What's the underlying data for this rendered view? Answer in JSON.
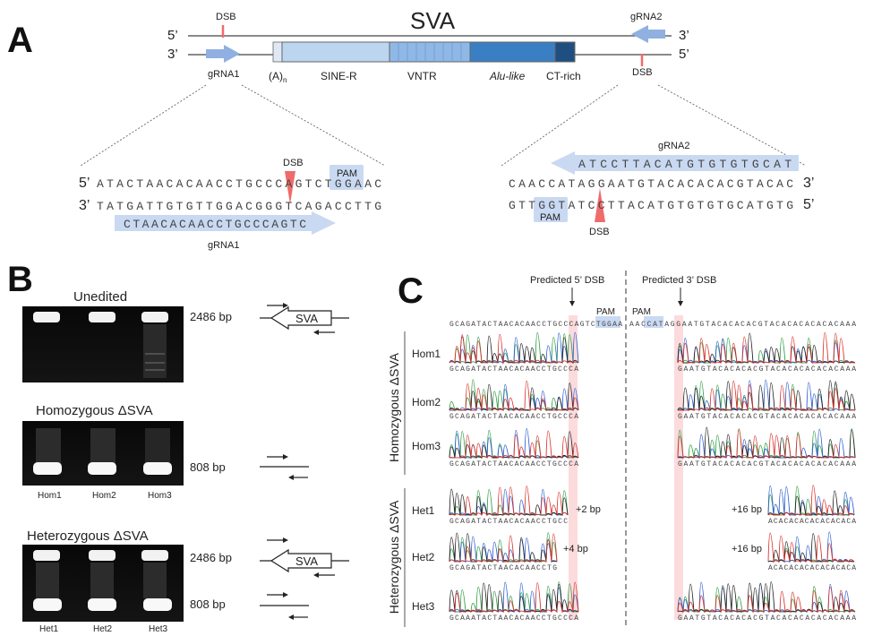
{
  "panel_a": {
    "letter": "A",
    "title": "SVA",
    "strand_top_5": "5’",
    "strand_top_3": "3’",
    "strand_bot_3": "3’",
    "strand_bot_5": "5’",
    "dsb": "DSB",
    "grna1": "gRNA1",
    "grna2": "gRNA2",
    "poly_a": "(A)",
    "poly_a_sub": "n",
    "domains": [
      "SINE-R",
      "VNTR",
      "Alu-like",
      "CT-rich"
    ],
    "pam": "PAM",
    "left_detail": {
      "top_label": "5’",
      "top_seq": "ATACTAACACAACCTGCCCAGTCTGGAAC",
      "bot_label": "3’",
      "bot_seq": "TATGATTGTGTTGGACGGGTCAGACCTTG",
      "grna_seq": "CTAACACAACCTGCCCAGTC"
    },
    "right_detail": {
      "grna_seq": "ATCCTTACATGTGTGTGCAT",
      "top_seq": "CAACCATAGGAATGTACACACACGTACAC",
      "top_end": "3’",
      "bot_seq": "GTTGGTATCCTTACATGTGTGTGCATGTG",
      "bot_end": "5’"
    }
  },
  "panel_b": {
    "letter": "B",
    "gels": [
      {
        "title": "Unedited",
        "bands": [
          "2486 bp"
        ],
        "lanes": [],
        "element": "SVA"
      },
      {
        "title": "Homozygous ΔSVA",
        "bands": [
          "808 bp"
        ],
        "lanes": [
          "Hom1",
          "Hom2",
          "Hom3"
        ]
      },
      {
        "title": "Heterozygous ΔSVA",
        "bands": [
          "2486 bp",
          "808 bp"
        ],
        "lanes": [
          "Het1",
          "Het2",
          "Het3"
        ],
        "element": "SVA"
      }
    ]
  },
  "panel_c": {
    "letter": "C",
    "predicted_5": "Predicted 5’ DSB",
    "predicted_3": "Predicted 3’ DSB",
    "pam_left": "PAM",
    "pam_right": "PAM",
    "ref_left": "GCAGATACTAACACAACCTGCCCAGTCTGGAA",
    "ref_right": "AACCATAGGAATGTACACACACGTACACACACACACAAA",
    "group_hom": "Homozygous ΔSVA",
    "group_het": "Heterozygous ΔSVA",
    "rows": [
      {
        "name": "Hom1",
        "left_seq": "GCAGATACTAACACAACCTGCCCA",
        "right_seq": "GAATGTACACACACGTACACACACACACAAA",
        "left_ins": "",
        "right_ins": ""
      },
      {
        "name": "Hom2",
        "left_seq": "GCAGATACTAACACAACCTGCCCA",
        "right_seq": "GAATGTACACACACGTACACACACACACAAA",
        "left_ins": "",
        "right_ins": ""
      },
      {
        "name": "Hom3",
        "left_seq": "GCAGATACTAACACAACCTGCCCA",
        "right_seq": "GAATGTACACACACGTACACACACACACAAA",
        "left_ins": "",
        "right_ins": ""
      },
      {
        "name": "Het1",
        "left_seq": "GCAGATACTAACACAACCTGCC",
        "right_seq": "ACACACACACACACACA",
        "left_ins": "+2 bp",
        "right_ins": "+16 bp"
      },
      {
        "name": "Het2",
        "left_seq": "GCAGATACTAACACAACCTG",
        "right_seq": "ACACACACACACACACA",
        "left_ins": "+4 bp",
        "right_ins": "+16 bp"
      },
      {
        "name": "Het3",
        "left_seq": "GCAAATACTAACACAACCTGCCCA",
        "right_seq": "GAATGTACACACACGTACACACACACACAAA",
        "left_ins": "",
        "right_ins": ""
      }
    ]
  },
  "colors": {
    "grna_blue": "#8fb0e0",
    "pam_box": "#c9d9f2",
    "dsb_red": "#f06b6b",
    "highlight_pink": "#fbd2d4",
    "sine_r": "#bcd6f0",
    "vntr": "#8fb8e6",
    "alu": "#3a7fc4",
    "ct": "#1f4f80",
    "trace_a": "#2e9e44",
    "trace_c": "#2f5fd0",
    "trace_g": "#222222",
    "trace_t": "#d8332d"
  }
}
